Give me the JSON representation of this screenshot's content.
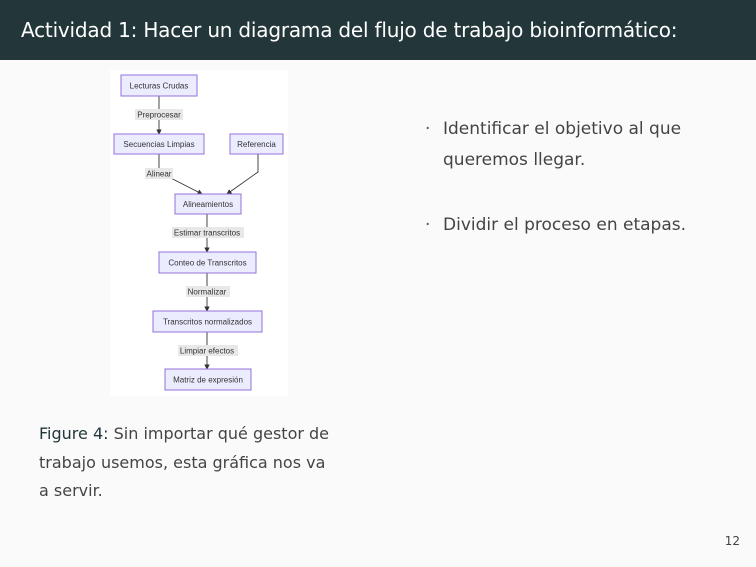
{
  "slide": {
    "title": "Actividad 1: Hacer un diagrama del flujo de trabajo bioinformático:",
    "page_number": "12"
  },
  "diagram": {
    "nodes": {
      "lecturas_crudas": "Lecturas Crudas",
      "secuencias_limpias": "Secuencias Limpias",
      "referencia": "Referencia",
      "alineamientos": "Alineamientos",
      "conteo_transcritos": "Conteo de Transcritos",
      "transcritos_normalizados": "Transcritos normalizados",
      "matriz_expresion": "Matriz de expresión"
    },
    "edges": {
      "preprocesar": "Preprocesar",
      "alinear": "Alinear",
      "estimar_transcritos": "Estimar transcritos",
      "normalizar": "Normalizar",
      "limpiar_efectos": "Limpiar efectos"
    }
  },
  "caption": {
    "label": "Figure 4:",
    "text": "Sin importar qué gestor de trabajo usemos, esta gráfica nos va a servir."
  },
  "bullets": [
    "Identificar el objetivo al que queremos llegar.",
    "Dividir el proceso en etapas."
  ],
  "colors": {
    "title_bar": "#23373b",
    "node_fill": "#ececff",
    "node_stroke": "#9370db"
  }
}
